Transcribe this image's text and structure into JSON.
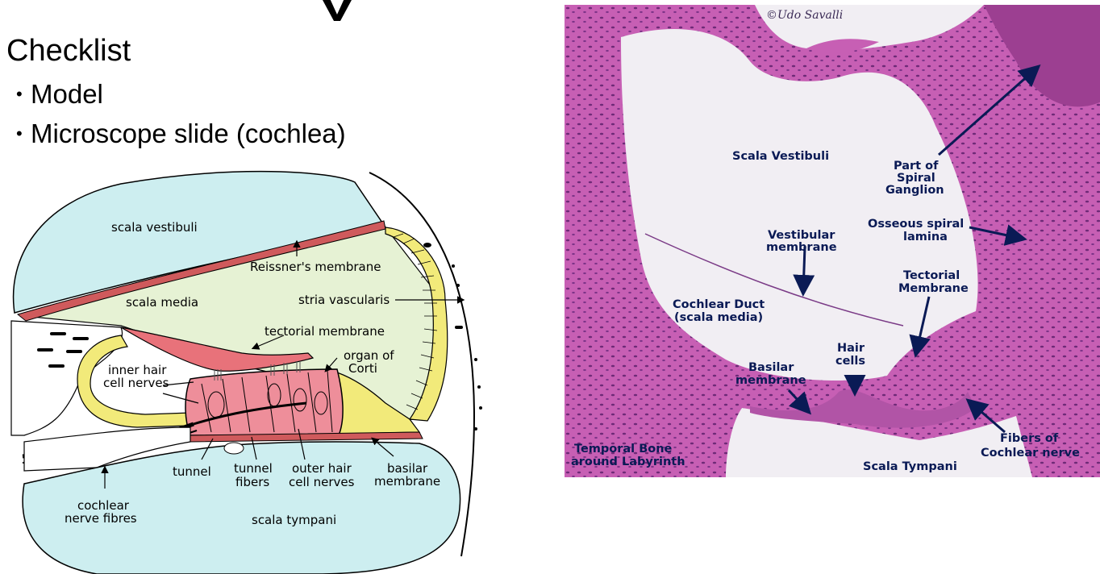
{
  "slide": {
    "checklist": {
      "heading": "Checklist",
      "items": [
        "Model",
        "Microscope slide (cochlea)"
      ]
    }
  },
  "cochlea_diagram": {
    "labels": {
      "scala_vestibuli": "scala vestibuli",
      "reissners_membrane": "Reissner's membrane",
      "scala_media": "scala media",
      "stria_vascularis": "stria vascularis",
      "tectorial_membrane": "tectorial membrane",
      "organ_of": "organ of",
      "corti": "Corti",
      "inner_hair": "inner hair",
      "cell_nerves": "cell nerves",
      "tunnel": "tunnel",
      "tunnel_fibers_1": "tunnel",
      "tunnel_fibers_2": "fibers",
      "outer_hair_1": "outer hair",
      "outer_hair_2": "cell nerves",
      "basilar_1": "basilar",
      "basilar_2": "membrane",
      "cochlear_nerve_1": "cochlear",
      "cochlear_nerve_2": "nerve fibres",
      "scala_tympani": "scala tympani"
    },
    "colors": {
      "fluid": "#cdeef0",
      "media": "#e6f2d4",
      "organ": "#ee8e9a",
      "membrane": "#cf5a5c",
      "support_cells": "#f2ea7a"
    }
  },
  "micrograph": {
    "credit": "©Udo Savalli",
    "labels": {
      "scala_vestibuli": "Scala Vestibuli",
      "spiral_1": "Part of",
      "spiral_2": "Spiral",
      "spiral_3": "Ganglion",
      "osseous_1": "Osseous spiral",
      "osseous_2": "lamina",
      "vestibular_1": "Vestibular",
      "vestibular_2": "membrane",
      "tectorial_1": "Tectorial",
      "tectorial_2": "Membrane",
      "duct_1": "Cochlear Duct",
      "duct_2": "(scala media)",
      "hair_1": "Hair",
      "hair_2": "cells",
      "basilar_1": "Basilar",
      "basilar_2": "membrane",
      "temporal_1": "Temporal Bone",
      "temporal_2": "around Labyrinth",
      "scala_tympani": "Scala Tympani",
      "fibers_1": "Fibers of",
      "fibers_2": "Cochlear nerve"
    },
    "colors": {
      "tissue": "#c75fb4",
      "tissue_dark": "#9c3f91",
      "lumen": "#f1eef3"
    }
  }
}
